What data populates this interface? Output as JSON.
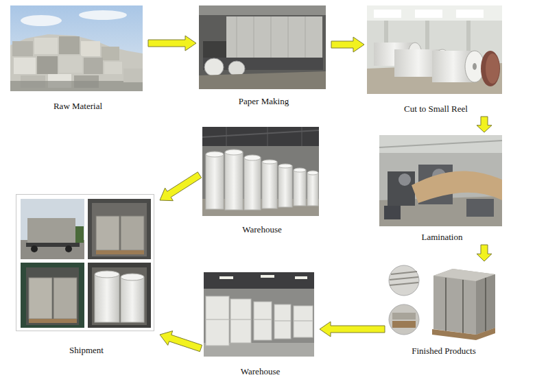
{
  "diagram": {
    "nodes": [
      {
        "text": [
          "Raw Material"
        ]
      },
      {
        "text": [
          "Paper Making"
        ]
      },
      {
        "text": [
          "Cut to Small Reel"
        ]
      },
      {
        "text": [
          "Warehouse"
        ]
      },
      {
        "text": [
          "Lamination"
        ]
      },
      {
        "text": [
          "Shipment"
        ]
      },
      {
        "text": [
          "Warehouse"
        ]
      },
      {
        "text": [
          "Finished Products"
        ]
      }
    ],
    "edges": [
      {
        "from": 0,
        "to": 1,
        "arrow": "to"
      },
      {
        "from": 1,
        "to": 2,
        "arrow": "to"
      },
      {
        "from": 2,
        "to": 4,
        "arrow": "to"
      },
      {
        "from": 4,
        "to": 7,
        "arrow": "to"
      },
      {
        "from": 7,
        "to": 6,
        "arrow": "to"
      },
      {
        "from": 6,
        "to": 5,
        "arrow": "to"
      },
      {
        "from": 3,
        "to": 5,
        "arrow": "to"
      }
    ]
  }
}
